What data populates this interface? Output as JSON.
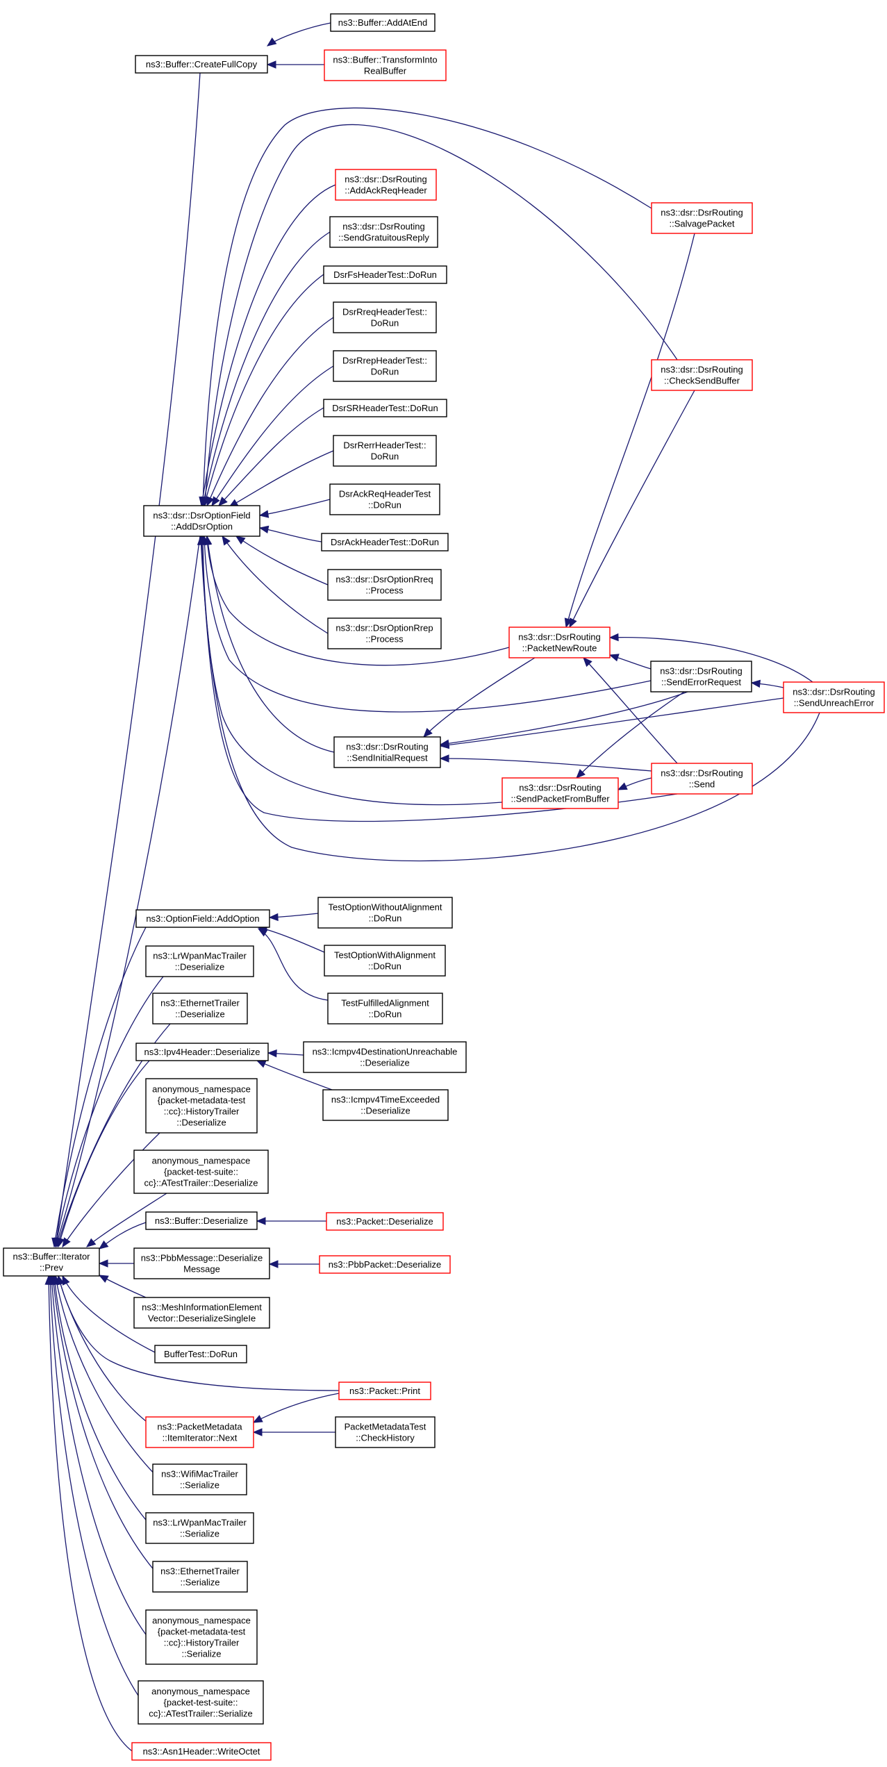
{
  "colors": {
    "edge": "#191970",
    "node_border": "#000000",
    "node_border_truncated": "#ff0000",
    "root_fill": "#bfbfbf",
    "node_fill": "#ffffff"
  },
  "nodes": [
    {
      "id": "root",
      "lines": [
        "ns3::Buffer::Iterator",
        "::Prev"
      ],
      "border": "black",
      "fill": "gray"
    },
    {
      "id": "createfullcopy",
      "lines": [
        "ns3::Buffer::CreateFullCopy"
      ],
      "border": "black"
    },
    {
      "id": "addatend",
      "lines": [
        "ns3::Buffer::AddAtEnd"
      ],
      "border": "black"
    },
    {
      "id": "transformintorealbuffer",
      "lines": [
        "ns3::Buffer::TransformInto",
        "RealBuffer"
      ],
      "border": "red"
    },
    {
      "id": "addackreqheader",
      "lines": [
        "ns3::dsr::DsrRouting",
        "::AddAckReqHeader"
      ],
      "border": "red"
    },
    {
      "id": "sendgratuitousreply",
      "lines": [
        "ns3::dsr::DsrRouting",
        "::SendGratuitousReply"
      ],
      "border": "black"
    },
    {
      "id": "dsrfsheadertest",
      "lines": [
        "DsrFsHeaderTest::DoRun"
      ],
      "border": "black"
    },
    {
      "id": "dsrrreqheadertest",
      "lines": [
        "DsrRreqHeaderTest::",
        "DoRun"
      ],
      "border": "black"
    },
    {
      "id": "dsrrrepheadertest",
      "lines": [
        "DsrRrepHeaderTest::",
        "DoRun"
      ],
      "border": "black"
    },
    {
      "id": "dsrsrheadertest",
      "lines": [
        "DsrSRHeaderTest::DoRun"
      ],
      "border": "black"
    },
    {
      "id": "dsrrerrheadertest",
      "lines": [
        "DsrRerrHeaderTest::",
        "DoRun"
      ],
      "border": "black"
    },
    {
      "id": "dsrackreqheadertest",
      "lines": [
        "DsrAckReqHeaderTest",
        "::DoRun"
      ],
      "border": "black"
    },
    {
      "id": "dsrackheadertest",
      "lines": [
        "DsrAckHeaderTest::DoRun"
      ],
      "border": "black"
    },
    {
      "id": "dsroptionrreqprocess",
      "lines": [
        "ns3::dsr::DsrOptionRreq",
        "::Process"
      ],
      "border": "black"
    },
    {
      "id": "dsroptionrrepprocess",
      "lines": [
        "ns3::dsr::DsrOptionRrep",
        "::Process"
      ],
      "border": "black"
    },
    {
      "id": "adddsroption",
      "lines": [
        "ns3::dsr::DsrOptionField",
        "::AddDsrOption"
      ],
      "border": "black"
    },
    {
      "id": "salvagepacket",
      "lines": [
        "ns3::dsr::DsrRouting",
        "::SalvagePacket"
      ],
      "border": "red"
    },
    {
      "id": "checksendbuffer",
      "lines": [
        "ns3::dsr::DsrRouting",
        "::CheckSendBuffer"
      ],
      "border": "red"
    },
    {
      "id": "packetnewroute",
      "lines": [
        "ns3::dsr::DsrRouting",
        "::PacketNewRoute"
      ],
      "border": "red"
    },
    {
      "id": "senderrorrequest",
      "lines": [
        "ns3::dsr::DsrRouting",
        "::SendErrorRequest"
      ],
      "border": "black"
    },
    {
      "id": "sendunreacherror",
      "lines": [
        "ns3::dsr::DsrRouting",
        "::SendUnreachError"
      ],
      "border": "red"
    },
    {
      "id": "sendinitialrequest",
      "lines": [
        "ns3::dsr::DsrRouting",
        "::SendInitialRequest"
      ],
      "border": "black"
    },
    {
      "id": "send",
      "lines": [
        "ns3::dsr::DsrRouting",
        "::Send"
      ],
      "border": "red"
    },
    {
      "id": "sendpacketfrombuffer",
      "lines": [
        "ns3::dsr::DsrRouting",
        "::SendPacketFromBuffer"
      ],
      "border": "red"
    },
    {
      "id": "optionfieldaddoption",
      "lines": [
        "ns3::OptionField::AddOption"
      ],
      "border": "black"
    },
    {
      "id": "testoptionwithoutalignment",
      "lines": [
        "TestOptionWithoutAlignment",
        "::DoRun"
      ],
      "border": "black"
    },
    {
      "id": "testoptionwithalignment",
      "lines": [
        "TestOptionWithAlignment",
        "::DoRun"
      ],
      "border": "black"
    },
    {
      "id": "testfulfilledalignment",
      "lines": [
        "TestFulfilledAlignment",
        "::DoRun"
      ],
      "border": "black"
    },
    {
      "id": "lrwpanmactrailerdeserialize",
      "lines": [
        "ns3::LrWpanMacTrailer",
        "::Deserialize"
      ],
      "border": "black"
    },
    {
      "id": "ethernettrailerdeserialize",
      "lines": [
        "ns3::EthernetTrailer",
        "::Deserialize"
      ],
      "border": "black"
    },
    {
      "id": "ipv4headerdeserialize",
      "lines": [
        "ns3::Ipv4Header::Deserialize"
      ],
      "border": "black"
    },
    {
      "id": "icmpv4destinationunreachable",
      "lines": [
        "ns3::Icmpv4DestinationUnreachable",
        "::Deserialize"
      ],
      "border": "black"
    },
    {
      "id": "icmpv4timeexceeded",
      "lines": [
        "ns3::Icmpv4TimeExceeded",
        "::Deserialize"
      ],
      "border": "black"
    },
    {
      "id": "historytrailerdeserialize",
      "lines": [
        "anonymous_namespace",
        "{packet-metadata-test",
        "::cc}::HistoryTrailer",
        "::Deserialize"
      ],
      "border": "black"
    },
    {
      "id": "atesttrailerdeserialize",
      "lines": [
        "anonymous_namespace",
        "{packet-test-suite::",
        "cc}::ATestTrailer::Deserialize"
      ],
      "border": "black"
    },
    {
      "id": "bufferdeserialize",
      "lines": [
        "ns3::Buffer::Deserialize"
      ],
      "border": "black"
    },
    {
      "id": "packetdeserialize",
      "lines": [
        "ns3::Packet::Deserialize"
      ],
      "border": "red"
    },
    {
      "id": "pbbmessagedeserialize",
      "lines": [
        "ns3::PbbMessage::Deserialize",
        "Message"
      ],
      "border": "black"
    },
    {
      "id": "pbbpacketdeserialize",
      "lines": [
        "ns3::PbbPacket::Deserialize"
      ],
      "border": "red"
    },
    {
      "id": "meshinformationelement",
      "lines": [
        "ns3::MeshInformationElement",
        "Vector::DeserializeSingleIe"
      ],
      "border": "black"
    },
    {
      "id": "buffertestdorun",
      "lines": [
        "BufferTest::DoRun"
      ],
      "border": "black"
    },
    {
      "id": "packetprint",
      "lines": [
        "ns3::Packet::Print"
      ],
      "border": "red"
    },
    {
      "id": "itemiteratornext",
      "lines": [
        "ns3::PacketMetadata",
        "::ItemIterator::Next"
      ],
      "border": "red"
    },
    {
      "id": "checkhistory",
      "lines": [
        "PacketMetadataTest",
        "::CheckHistory"
      ],
      "border": "black"
    },
    {
      "id": "wifimactrailerserialize",
      "lines": [
        "ns3::WifiMacTrailer",
        "::Serialize"
      ],
      "border": "black"
    },
    {
      "id": "lrwpanmactrailerserialize",
      "lines": [
        "ns3::LrWpanMacTrailer",
        "::Serialize"
      ],
      "border": "black"
    },
    {
      "id": "ethernettrailerserialize",
      "lines": [
        "ns3::EthernetTrailer",
        "::Serialize"
      ],
      "border": "black"
    },
    {
      "id": "historytrailerserialize",
      "lines": [
        "anonymous_namespace",
        "{packet-metadata-test",
        "::cc}::HistoryTrailer",
        "::Serialize"
      ],
      "border": "black"
    },
    {
      "id": "atesttrailerserialize",
      "lines": [
        "anonymous_namespace",
        "{packet-test-suite::",
        "cc}::ATestTrailer::Serialize"
      ],
      "border": "black"
    },
    {
      "id": "asn1headerwriteoctet",
      "lines": [
        "ns3::Asn1Header::WriteOctet"
      ],
      "border": "red"
    }
  ],
  "edges": [
    [
      "createfullcopy",
      "root"
    ],
    [
      "adddsroption",
      "root"
    ],
    [
      "optionfieldaddoption",
      "root"
    ],
    [
      "lrwpanmactrailerdeserialize",
      "root"
    ],
    [
      "ethernettrailerdeserialize",
      "root"
    ],
    [
      "ipv4headerdeserialize",
      "root"
    ],
    [
      "historytrailerdeserialize",
      "root"
    ],
    [
      "atesttrailerdeserialize",
      "root"
    ],
    [
      "bufferdeserialize",
      "root"
    ],
    [
      "pbbmessagedeserialize",
      "root"
    ],
    [
      "meshinformationelement",
      "root"
    ],
    [
      "buffertestdorun",
      "root"
    ],
    [
      "packetprint",
      "root"
    ],
    [
      "itemiteratornext",
      "root"
    ],
    [
      "wifimactrailerserialize",
      "root"
    ],
    [
      "lrwpanmactrailerserialize",
      "root"
    ],
    [
      "ethernettrailerserialize",
      "root"
    ],
    [
      "historytrailerserialize",
      "root"
    ],
    [
      "atesttrailerserialize",
      "root"
    ],
    [
      "asn1headerwriteoctet",
      "root"
    ],
    [
      "addatend",
      "createfullcopy"
    ],
    [
      "transformintorealbuffer",
      "createfullcopy"
    ],
    [
      "addackreqheader",
      "adddsroption"
    ],
    [
      "sendgratuitousreply",
      "adddsroption"
    ],
    [
      "dsrfsheadertest",
      "adddsroption"
    ],
    [
      "dsrrreqheadertest",
      "adddsroption"
    ],
    [
      "dsrrrepheadertest",
      "adddsroption"
    ],
    [
      "dsrsrheadertest",
      "adddsroption"
    ],
    [
      "dsrrerrheadertest",
      "adddsroption"
    ],
    [
      "dsrackreqheadertest",
      "adddsroption"
    ],
    [
      "dsrackheadertest",
      "adddsroption"
    ],
    [
      "dsroptionrreqprocess",
      "adddsroption"
    ],
    [
      "dsroptionrrepprocess",
      "adddsroption"
    ],
    [
      "salvagepacket",
      "adddsroption"
    ],
    [
      "checksendbuffer",
      "adddsroption"
    ],
    [
      "packetnewroute",
      "adddsroption"
    ],
    [
      "senderrorrequest",
      "adddsroption"
    ],
    [
      "sendinitialrequest",
      "adddsroption"
    ],
    [
      "sendpacketfrombuffer",
      "adddsroption"
    ],
    [
      "send",
      "adddsroption"
    ],
    [
      "sendunreacherror",
      "adddsroption"
    ],
    [
      "salvagepacket",
      "packetnewroute"
    ],
    [
      "checksendbuffer",
      "packetnewroute"
    ],
    [
      "senderrorrequest",
      "packetnewroute"
    ],
    [
      "sendunreacherror",
      "packetnewroute"
    ],
    [
      "send",
      "packetnewroute"
    ],
    [
      "sendunreacherror",
      "senderrorrequest"
    ],
    [
      "packetnewroute",
      "sendinitialrequest"
    ],
    [
      "senderrorrequest",
      "sendinitialrequest"
    ],
    [
      "sendunreacherror",
      "sendinitialrequest"
    ],
    [
      "send",
      "sendinitialrequest"
    ],
    [
      "send",
      "sendpacketfrombuffer"
    ],
    [
      "senderrorrequest",
      "sendpacketfrombuffer"
    ],
    [
      "testoptionwithoutalignment",
      "optionfieldaddoption"
    ],
    [
      "testoptionwithalignment",
      "optionfieldaddoption"
    ],
    [
      "testfulfilledalignment",
      "optionfieldaddoption"
    ],
    [
      "icmpv4destinationunreachable",
      "ipv4headerdeserialize"
    ],
    [
      "icmpv4timeexceeded",
      "ipv4headerdeserialize"
    ],
    [
      "packetdeserialize",
      "bufferdeserialize"
    ],
    [
      "pbbpacketdeserialize",
      "pbbmessagedeserialize"
    ],
    [
      "packetprint",
      "itemiteratornext"
    ],
    [
      "checkhistory",
      "itemiteratornext"
    ]
  ]
}
